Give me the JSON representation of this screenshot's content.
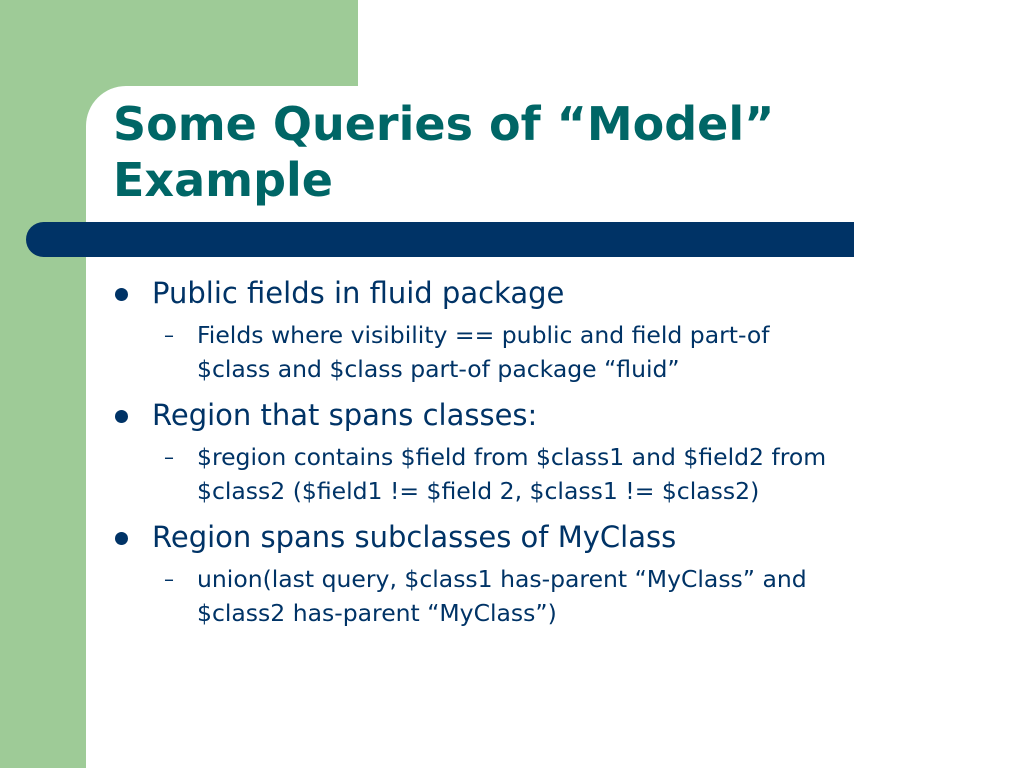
{
  "slide": {
    "title_line1": "Some Queries of “Model”",
    "title_line2": "Example",
    "bullets": [
      {
        "text": "Public fields in fluid package",
        "sub": [
          {
            "line1": "Fields where visibility == public and field part-of",
            "line2": "$class and $class part-of package “fluid”"
          }
        ]
      },
      {
        "text": "Region that spans classes:",
        "sub": [
          {
            "line1": "$region contains $field from $class1 and $field2 from",
            "line2": "$class2 ($field1 != $field 2, $class1 != $class2)"
          }
        ]
      },
      {
        "text": "Region spans subclasses of MyClass",
        "sub": [
          {
            "line1": "union(last query, $class1 has-parent “MyClass” and",
            "line2": "$class2 has-parent “MyClass”)"
          }
        ]
      }
    ],
    "sub_marker": "–",
    "colors": {
      "title": "#006666",
      "text": "#003366",
      "accent_bar": "#003366",
      "sidebar": "#9ecb97"
    }
  }
}
